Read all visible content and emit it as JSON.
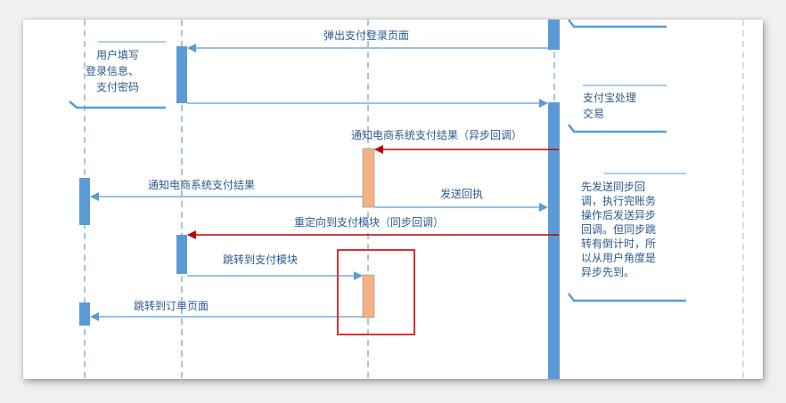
{
  "colors": {
    "lifeline": "#6a9fd4",
    "activation_blue": "#5b9bd5",
    "activation_orange": "#f4b183",
    "arrow_blue": "#5b9bd5",
    "arrow_red": "#c00000",
    "text": "#2c5a8e",
    "highlight_box": "#e03030"
  },
  "notes": {
    "user_fill": [
      "用户填写",
      "登录信息、",
      "支付密码"
    ],
    "alipay_process": [
      "支付宝处理",
      "交易"
    ],
    "async_explain": [
      "先发送同步回",
      "调，执行完账务",
      "操作后发送异步",
      "回调。但同步跳",
      "转有倒计时，所",
      "以从用户角度是",
      "异步先到。"
    ]
  },
  "messages": {
    "popup_login": "弹出支付登录页面",
    "notify_async": "通知电商系统支付结果（异步回调）",
    "notify_result": "通知电商系统支付结果",
    "send_receipt": "发送回执",
    "redirect_sync": "重定向到支付模块（同步回调）",
    "jump_pay_module": "跳转到支付模块",
    "jump_order_page": "跳转到订单页面"
  }
}
